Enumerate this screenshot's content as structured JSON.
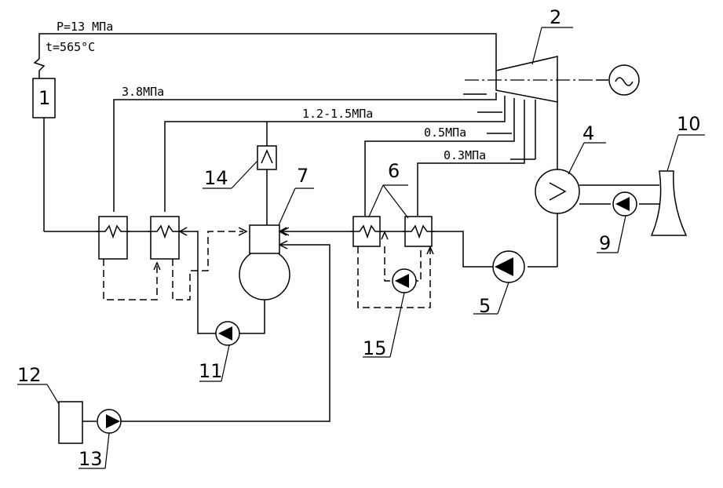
{
  "live_steam": {
    "pressure": "P=13  МПа",
    "temperature": "t=565°C"
  },
  "extractions": {
    "e1": "3.8МПа",
    "e2": "1.2-1.5МПа",
    "e3": "0.5МПа",
    "e4": "0.3МПа"
  },
  "component_numbers": {
    "boiler": "1",
    "turbine": "2",
    "condenser": "4",
    "condensate_pump": "5",
    "lp_heaters": "6",
    "deaerator": "7",
    "cooling_water_pump": "9",
    "cooling_tower": "10",
    "feed_pump": "11",
    "makeup_tank": "12",
    "makeup_pump": "13",
    "deaerator_heater": "14",
    "drain_pump": "15"
  }
}
